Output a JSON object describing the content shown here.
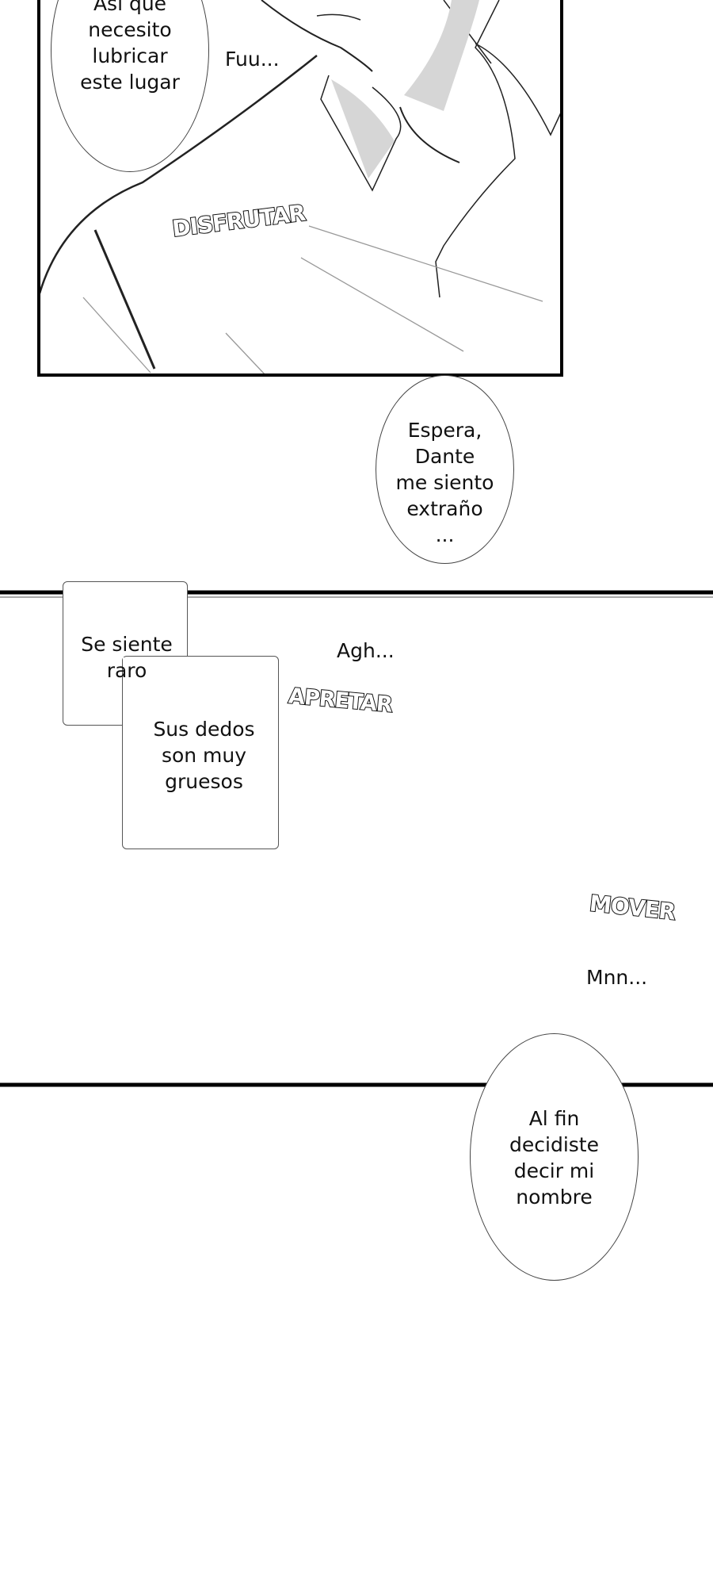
{
  "panel1": {
    "bubble_lines": [
      "Así que",
      "necesito",
      "lubricar",
      "este lugar"
    ],
    "whisper": "Fuu...",
    "sfx": "DISFRUTAR"
  },
  "bubble2": {
    "lines": [
      "Espera,",
      "Dante",
      "me siento",
      "extraño",
      "..."
    ]
  },
  "panel2": {
    "box1_lines": [
      "Se siente",
      "raro"
    ],
    "box2_lines": [
      "Sus dedos",
      "son muy",
      "gruesos"
    ],
    "moan1": "Agh...",
    "sfx1": "APRETAR",
    "sfx2": "MOVER",
    "moan2": "Mnn..."
  },
  "bubble3": {
    "lines": [
      "Al fin",
      "decidiste",
      "decir mi",
      "nombre"
    ]
  }
}
